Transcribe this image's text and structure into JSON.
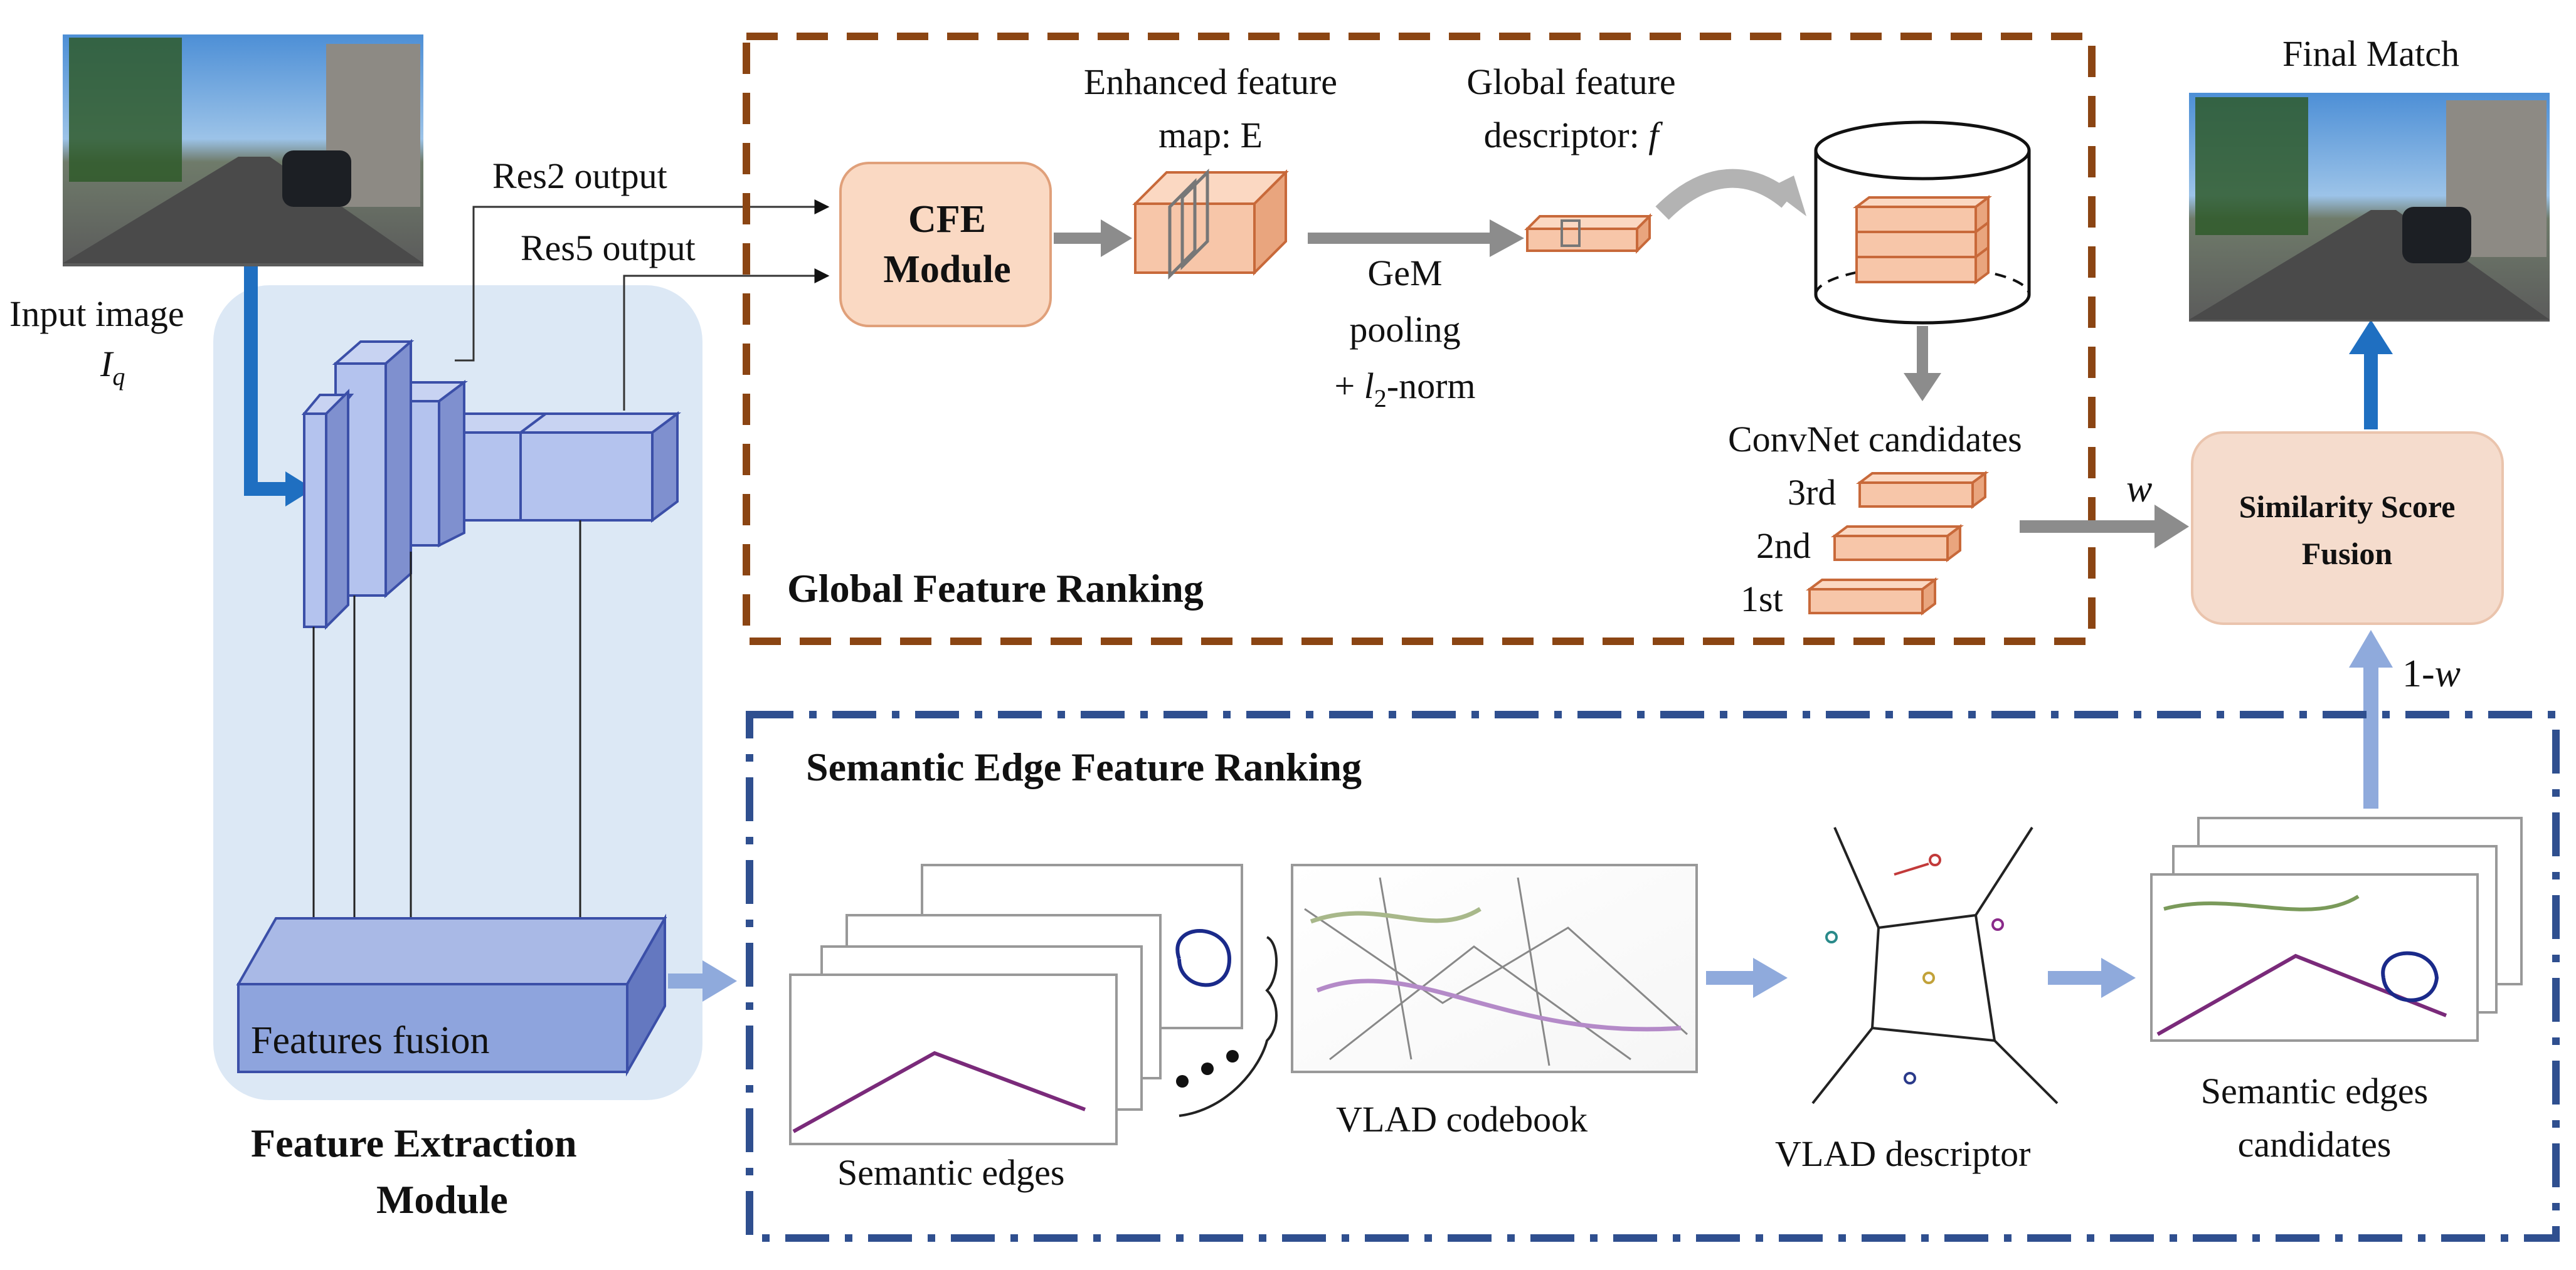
{
  "labels": {
    "input_image": "Input image",
    "input_symbol": "I",
    "input_symbol_sub": "q",
    "res2": "Res2 output",
    "res5": "Res5 output",
    "features_fusion": "Features fusion",
    "fem_line1": "Feature Extraction",
    "fem_line2": "Module",
    "cfe_line1": "CFE",
    "cfe_line2": "Module",
    "enh_line1": "Enhanced feature",
    "enh_line2": "map: E",
    "gfd_line1": "Global feature",
    "gfd_line2": "descriptor: ",
    "gfd_symbol": "f",
    "gem_line1": "GeM",
    "gem_line2": "pooling",
    "gem_line3_pre": "+ ",
    "gem_line3_l": "l",
    "gem_line3_sub": "2",
    "gem_line3_post": "-norm",
    "convnet": "ConvNet candidates",
    "rank3": "3rd",
    "rank2": "2nd",
    "rank1": "1st",
    "global_ranking": "Global Feature Ranking",
    "w": "w",
    "one_minus_w_pre": "1-",
    "one_minus_w_var": "w",
    "ssf_line1": "Similarity Score",
    "ssf_line2": "Fusion",
    "final_match": "Final Match",
    "semantic_ranking": "Semantic Edge Feature Ranking",
    "semantic_edges": "Semantic edges",
    "vlad_codebook": "VLAD codebook",
    "vlad_descriptor": "VLAD descriptor",
    "sec_line1": "Semantic edges",
    "sec_line2": "candidates"
  },
  "colors": {
    "feature_panel": "#dce8f5",
    "cnn_blue": "#a9b9e6",
    "cnn_edge": "#3b4fa8",
    "orange_fill": "#f7c6a9",
    "orange_edge": "#c8693a",
    "cfe_fill": "#fad9c3",
    "ssf_fill": "#f5dccd",
    "brown_dash": "#8b4513",
    "blue_dash": "#2f4f8f",
    "grey_arrow": "#8c8c8c",
    "blue_arrow": "#1f6fc1",
    "light_blue_arrow": "#8faadc"
  }
}
